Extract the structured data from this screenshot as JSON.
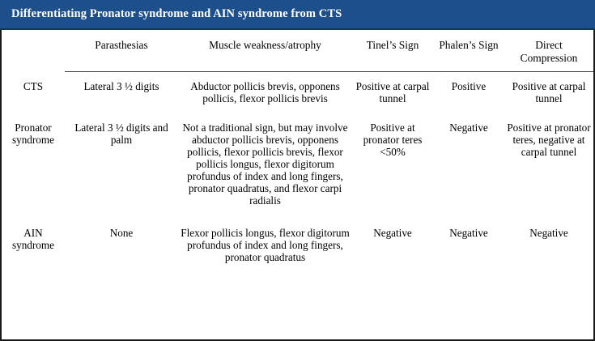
{
  "title": {
    "text": "Differentiating Pronator syndrome and AIN syndrome from CTS",
    "background_color": "#1d4f8c",
    "text_color": "#ffffff"
  },
  "table": {
    "columns": [
      {
        "key": "row_label",
        "header": ""
      },
      {
        "key": "parasthesias",
        "header": "Parasthesias"
      },
      {
        "key": "muscle",
        "header": "Muscle weakness/atrophy"
      },
      {
        "key": "tinel",
        "header": "Tinel’s Sign"
      },
      {
        "key": "phalen",
        "header": "Phalen’s Sign"
      },
      {
        "key": "direct",
        "header": "Direct Compression"
      }
    ],
    "rows": [
      {
        "row_label": "CTS",
        "parasthesias": "Lateral 3 ½ digits",
        "muscle": "Abductor pollicis brevis, opponens pollicis, flexor pollicis brevis",
        "tinel": "Positive at carpal tunnel",
        "phalen": "Positive",
        "direct": "Positive at carpal tunnel"
      },
      {
        "row_label": "Pronator syndrome",
        "parasthesias": "Lateral 3 ½ digits and palm",
        "muscle": "Not a traditional sign, but may involve abductor pollicis brevis, opponens pollicis, flexor pollicis brevis, flexor pollicis longus, flexor digitorum profundus of index and long fingers, pronator quadratus, and flexor carpi radialis",
        "tinel": "Positive at pronator teres <50%",
        "phalen": "Negative",
        "direct": "Positive at pronator teres, negative at carpal tunnel"
      },
      {
        "row_label": "AIN syndrome",
        "parasthesias": "None",
        "muscle": "Flexor pollicis longus, flexor digitorum profundus of index and long fingers, pronator quadratus",
        "tinel": "Negative",
        "phalen": "Negative",
        "direct": "Negative"
      }
    ]
  }
}
